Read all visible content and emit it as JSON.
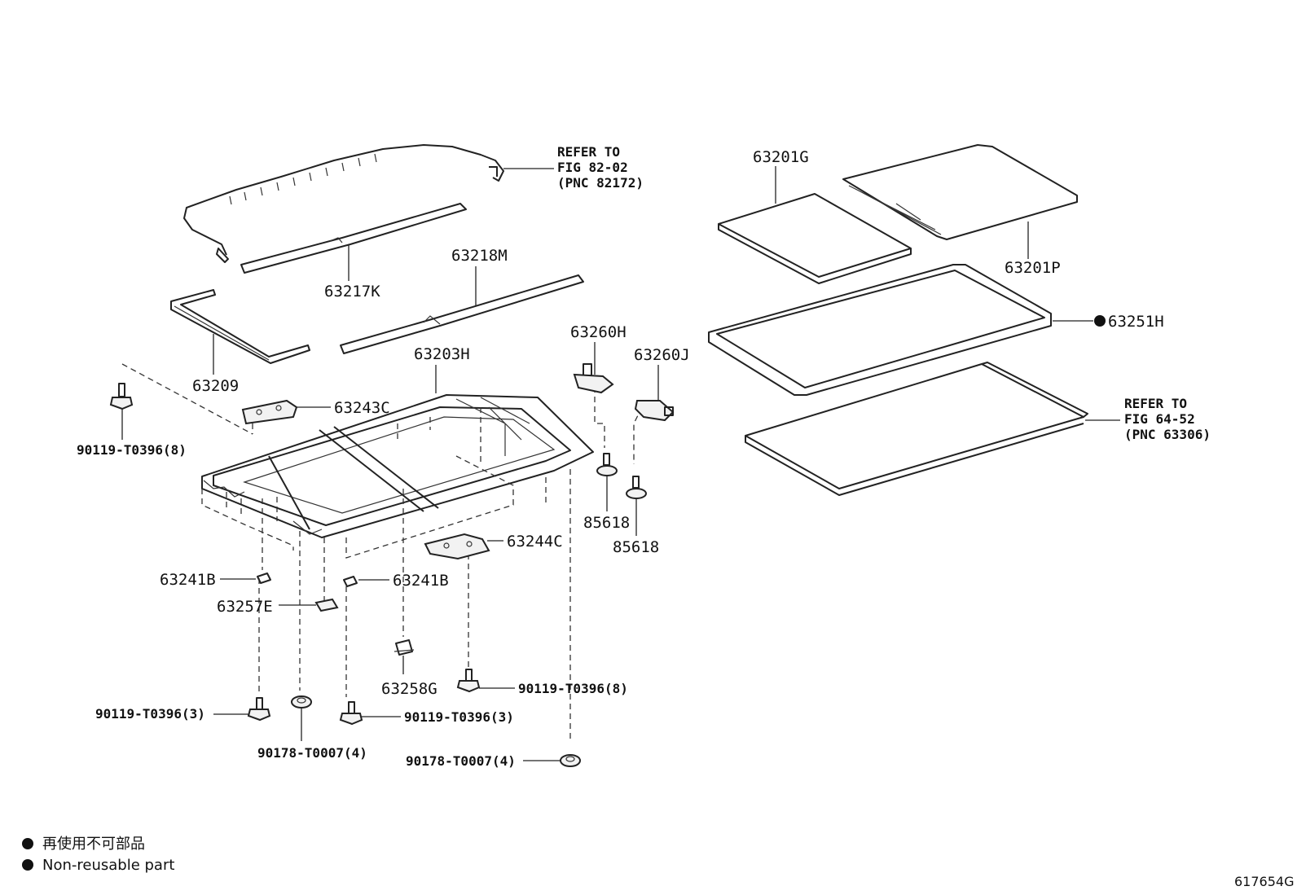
{
  "references": {
    "drip_channel": [
      "REFER TO",
      "FIG 82-02",
      "(PNC 82172)"
    ],
    "sunshade": [
      "REFER TO",
      "FIG 64-52",
      "(PNC 63306)"
    ]
  },
  "parts": {
    "p63201G": "63201G",
    "p63201P": "63201P",
    "p63251H": "63251H",
    "p63217K": "63217K",
    "p63218M": "63218M",
    "p63209": "63209",
    "p63203H": "63203H",
    "p63243C": "63243C",
    "p63260H": "63260H",
    "p63260J": "63260J",
    "p85618a": "85618",
    "p85618b": "85618",
    "p63244C": "63244C",
    "p63241Ba": "63241B",
    "p63241Bb": "63241B",
    "p63257E": "63257E",
    "p63258G": "63258G",
    "b1": "90119-T0396(8)",
    "b2": "90119-T0396(8)",
    "b3": "90119-T0396(3)",
    "b4": "90119-T0396(3)",
    "n1": "90178-T0007(4)",
    "n2": "90178-T0007(4)"
  },
  "legend": {
    "line_jp": "再使用不可部品",
    "line_en": "Non-reusable part"
  },
  "figure_number": "617654G"
}
